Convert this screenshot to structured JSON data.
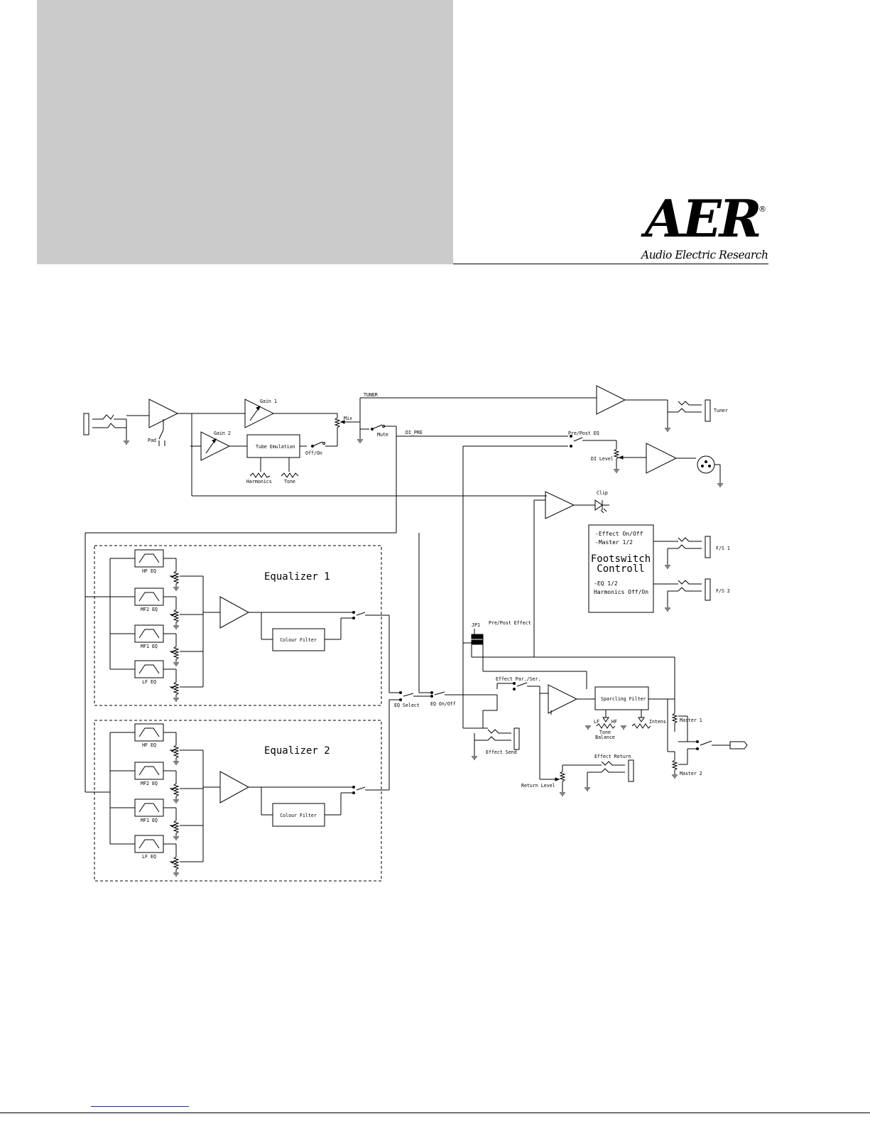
{
  "logo": {
    "main": "AER",
    "registered": "®",
    "subtitle": "Audio Electric Research"
  },
  "diagram": {
    "signals": {
      "tuner": "TUNER",
      "di_pre": "DI_PRE",
      "mix": "Mix",
      "mute": "Mute",
      "pre_post_eq": "Pre/Post EQ"
    },
    "input": {
      "pad": "Pad",
      "gain1": "Gain 1",
      "gain2": "Gain 2",
      "tube_emulation": "Tube Emulation",
      "off_on": "Off/On",
      "harmonics": "Harmonics",
      "tone": "Tone"
    },
    "outputs": {
      "tuner": "Tuner",
      "di_level": "DI Level",
      "clip": "Clip",
      "fs1": "F/S 1",
      "fs2": "F/S 2",
      "master1": "Master 1",
      "master2": "Master 2"
    },
    "footswitch": {
      "line1": "-Effect On/Off",
      "line2": "-Master 1/2",
      "title1": "Footswitch",
      "title2": "Controll",
      "line3": "-EQ 1/2",
      "line4": "Harmonics Off/On"
    },
    "equalizer1": {
      "title": "Equalizer 1",
      "bands": [
        "HF EQ",
        "MF2 EQ",
        "MF1 EQ",
        "LF EQ"
      ],
      "filter": "Colour Filter"
    },
    "equalizer2": {
      "title": "Equalizer 2",
      "bands": [
        "HF EQ",
        "MF2 EQ",
        "MF1 EQ",
        "LF EQ"
      ],
      "filter": "Colour Filter"
    },
    "switches": {
      "eq_select": "EQ Select",
      "eq_onoff": "EQ On/Off",
      "jp1": "JP1",
      "pre_post_effect": "Pre/Post Effect",
      "effect_par_ser": "Effect Par./Ser."
    },
    "effects": {
      "effect_send": "Effect Send",
      "effect_return": "Effect Return",
      "return_level": "Return Level",
      "sparkling_filter": "Sparcling Filter",
      "lf": "LF",
      "hf": "HF",
      "tone": "Tone",
      "balance": "Balance",
      "intens": "Intens."
    }
  }
}
